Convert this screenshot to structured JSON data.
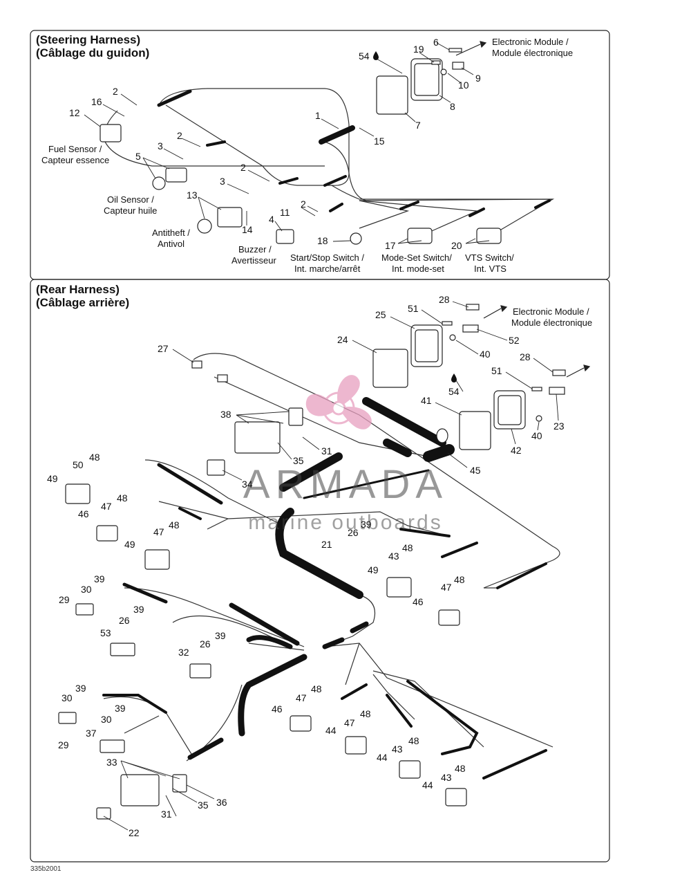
{
  "steering": {
    "title_en": "(Steering Harness)",
    "title_fr": "(Câblage du guidon)",
    "captions": [
      {
        "key": "electronic_module",
        "lines": [
          "Electronic Module /",
          "Module électronique"
        ]
      },
      {
        "key": "fuel_sensor",
        "lines": [
          "Fuel Sensor /",
          "Capteur essence"
        ]
      },
      {
        "key": "oil_sensor",
        "lines": [
          "Oil Sensor /",
          "Capteur huile"
        ]
      },
      {
        "key": "antitheft",
        "lines": [
          "Antitheft /",
          "Antivol"
        ]
      },
      {
        "key": "buzzer",
        "lines": [
          "Buzzer /",
          "Avertisseur"
        ]
      },
      {
        "key": "start_stop",
        "lines": [
          "Start/Stop Switch /",
          "Int. marche/arrêt"
        ]
      },
      {
        "key": "mode_set",
        "lines": [
          "Mode-Set Switch/",
          "Int. mode-set"
        ]
      },
      {
        "key": "vts",
        "lines": [
          "VTS Switch/",
          "Int. VTS"
        ]
      }
    ],
    "numbers": [
      "54",
      "6",
      "19",
      "9",
      "10",
      "8",
      "7",
      "1",
      "15",
      "2",
      "16",
      "12",
      "2",
      "3",
      "5",
      "2",
      "3",
      "13",
      "14",
      "11",
      "2",
      "4",
      "18",
      "17",
      "20"
    ]
  },
  "rear": {
    "title_en": "(Rear Harness)",
    "title_fr": "(Câblage arrière)",
    "captions": [
      {
        "key": "electronic_module",
        "lines": [
          "Electronic Module /",
          "Module électronique"
        ]
      }
    ],
    "numbers": [
      "28",
      "51",
      "25",
      "52",
      "40",
      "24",
      "27",
      "28",
      "51",
      "54",
      "41",
      "40",
      "23",
      "42",
      "38",
      "31",
      "35",
      "34",
      "45",
      "48",
      "50",
      "49",
      "48",
      "47",
      "46",
      "48",
      "47",
      "49",
      "26",
      "39",
      "21",
      "43",
      "48",
      "49",
      "48",
      "47",
      "46",
      "39",
      "30",
      "29",
      "39",
      "26",
      "53",
      "39",
      "32",
      "26",
      "39",
      "30",
      "29",
      "39",
      "30",
      "37",
      "48",
      "47",
      "46",
      "48",
      "47",
      "44",
      "48",
      "43",
      "44",
      "33",
      "48",
      "43",
      "44",
      "31",
      "35",
      "36",
      "22"
    ]
  },
  "watermark": {
    "brand": "ARMADA",
    "tagline": "marine outboards",
    "color": "#e8a0c0"
  },
  "drawing_ref": "335b2001"
}
